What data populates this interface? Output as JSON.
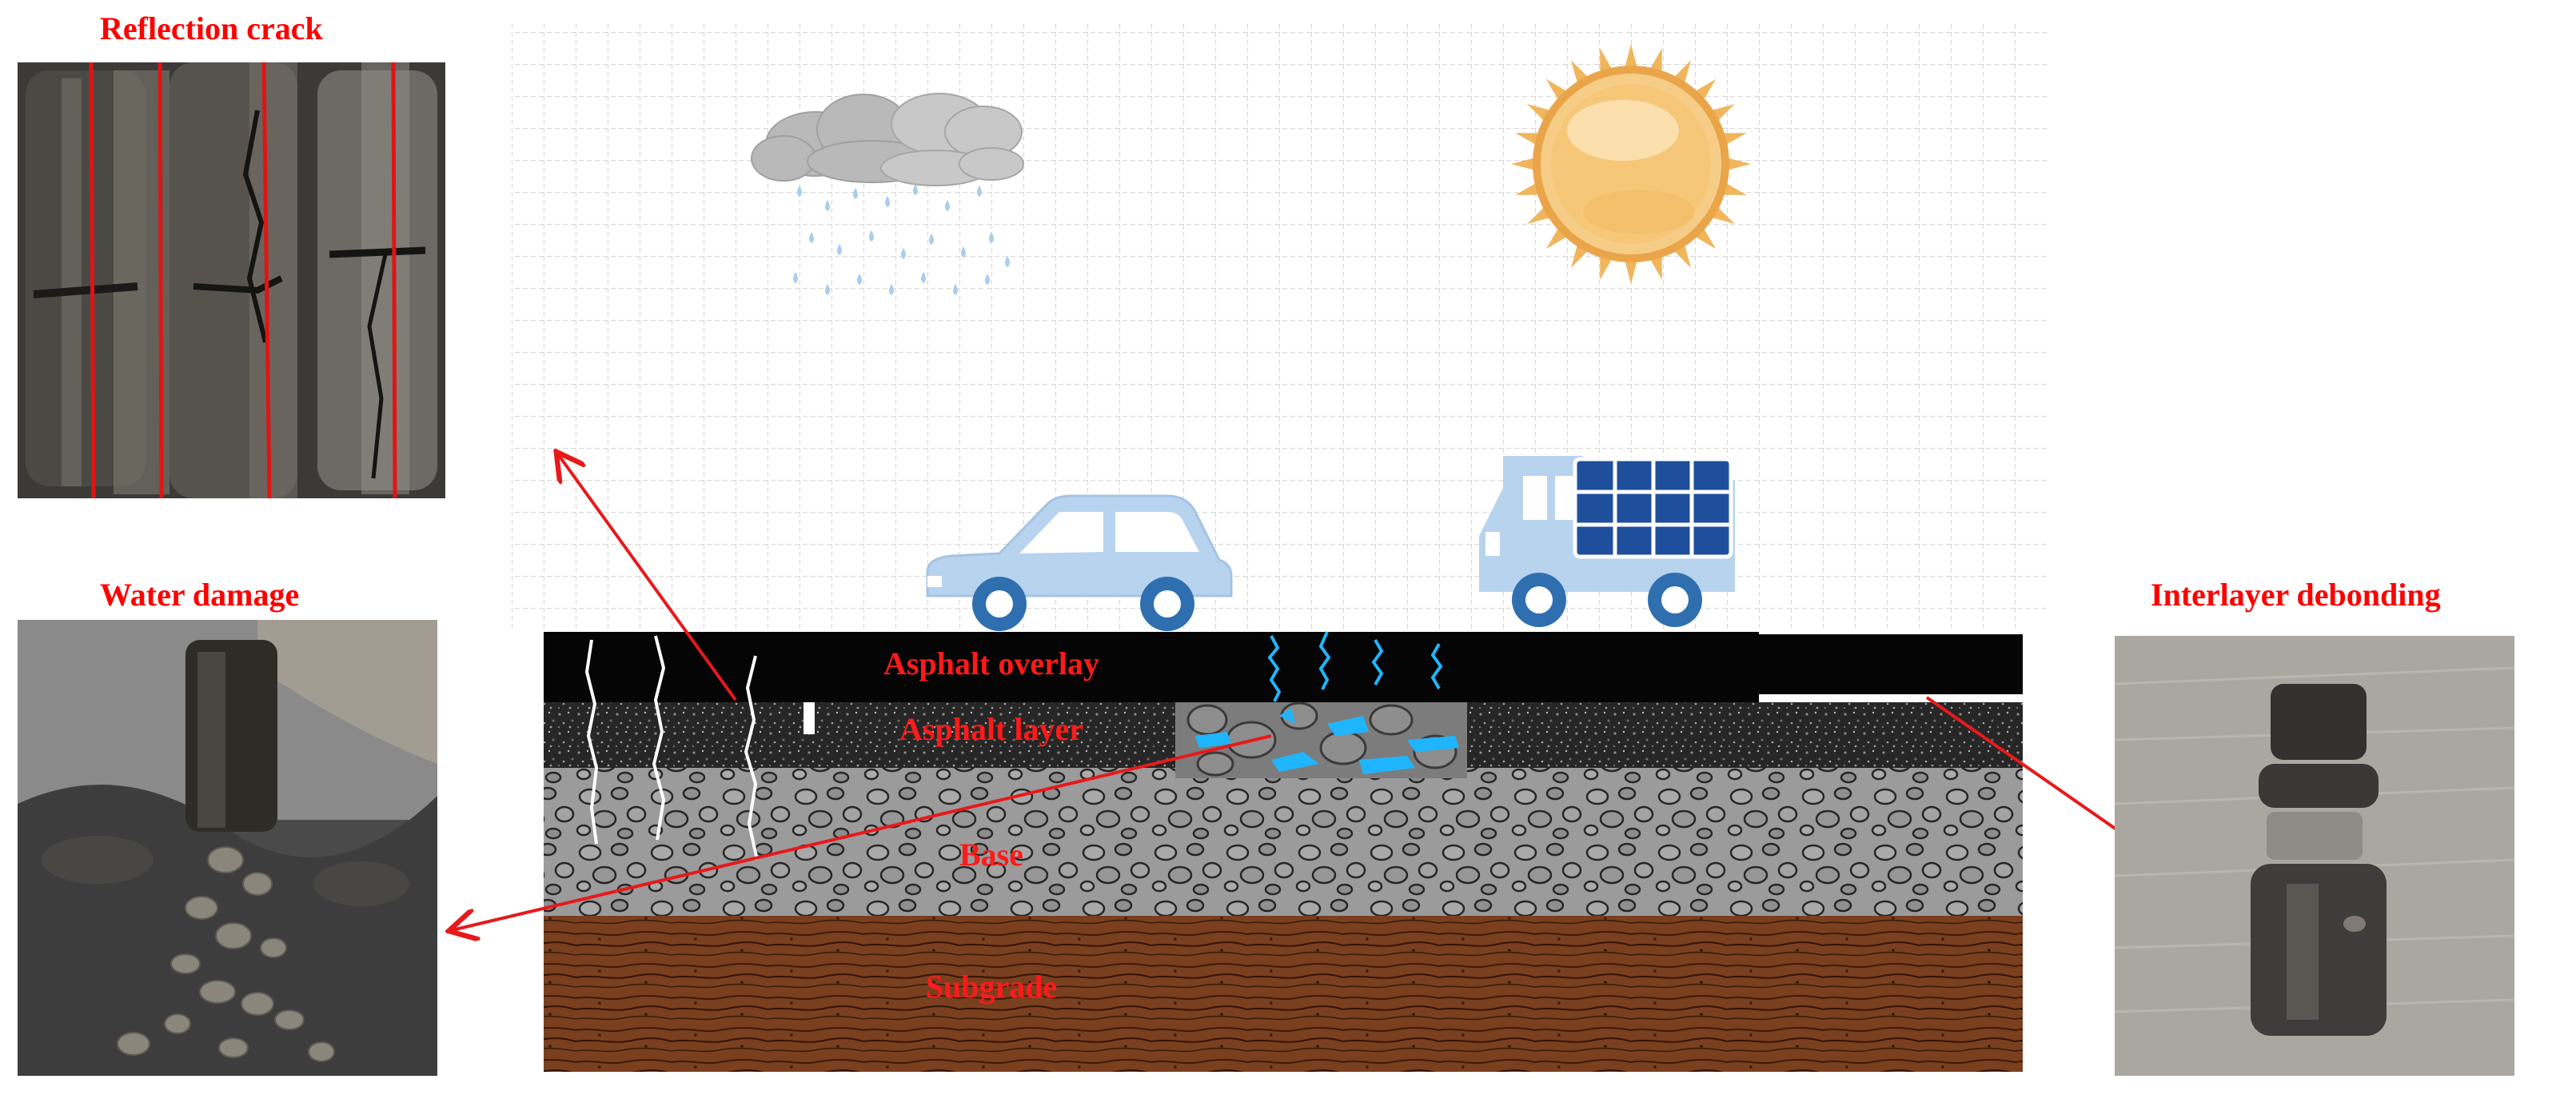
{
  "photos": {
    "reflection_crack": {
      "label": "Reflection crack"
    },
    "water_damage": {
      "label": "Water damage"
    },
    "interlayer_debonding": {
      "label": "Interlayer debonding"
    }
  },
  "layers": {
    "asphalt_overlay": "Asphalt overlay",
    "asphalt_layer": "Asphalt layer",
    "base": "Base",
    "subgrade": "Subgrade"
  },
  "colors": {
    "label_red": "#ff0000",
    "arrow_red": "#e8191a",
    "overlay": "#050505",
    "asphalt_layer": "#2a2a2a",
    "base": "#9b9b9b",
    "subgrade": "#7a3f1f",
    "water_blue": "#1fb6ff",
    "vehicle_body": "#b8d3ee",
    "wheel": "#2f6fb0",
    "solar_panel": "#1f4f9c",
    "sun": "#f6c36b",
    "cloud": "#b9b9b9",
    "rain": "#9bc4e8",
    "grid": "#d5d5d5"
  },
  "icons": [
    "cloud-rain-icon",
    "sun-icon",
    "car-icon",
    "truck-solar-icon"
  ]
}
